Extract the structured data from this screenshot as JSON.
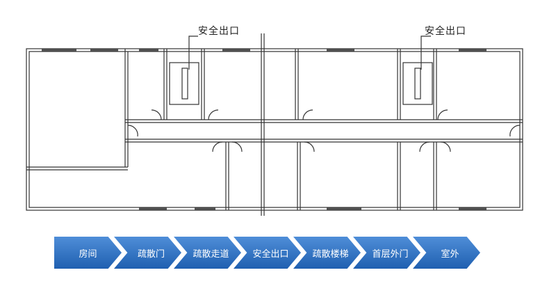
{
  "plan": {
    "exit_labels": [
      "安全出口",
      "安全出口"
    ]
  },
  "flow": {
    "steps": [
      "房间",
      "疏散门",
      "疏散走道",
      "安全出口",
      "疏散楼梯",
      "首层外门",
      "室外"
    ],
    "color_top": "#4f8ed8",
    "color_bottom": "#1f5fb0"
  }
}
